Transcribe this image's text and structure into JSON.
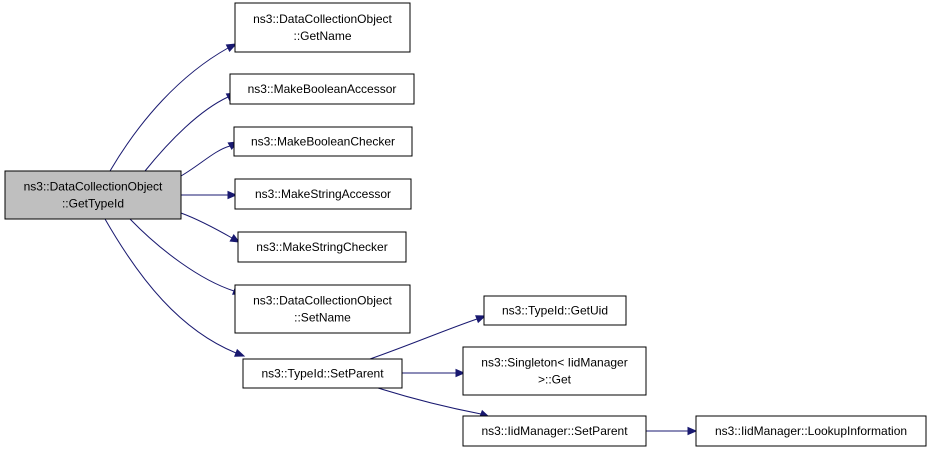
{
  "diagram": {
    "type": "call-graph",
    "nodes": [
      {
        "id": "root",
        "lines": [
          "ns3::DataCollectionObject",
          "::GetTypeId"
        ],
        "highlight": true
      },
      {
        "id": "getname",
        "lines": [
          "ns3::DataCollectionObject",
          "::GetName"
        ]
      },
      {
        "id": "mkboolacc",
        "lines": [
          "ns3::MakeBooleanAccessor"
        ]
      },
      {
        "id": "mkboolchk",
        "lines": [
          "ns3::MakeBooleanChecker"
        ]
      },
      {
        "id": "mkstracc",
        "lines": [
          "ns3::MakeStringAccessor"
        ]
      },
      {
        "id": "mkstrchk",
        "lines": [
          "ns3::MakeStringChecker"
        ]
      },
      {
        "id": "setname",
        "lines": [
          "ns3::DataCollectionObject",
          "::SetName"
        ]
      },
      {
        "id": "setparent",
        "lines": [
          "ns3::TypeId::SetParent"
        ]
      },
      {
        "id": "getuid",
        "lines": [
          "ns3::TypeId::GetUid"
        ]
      },
      {
        "id": "singleton",
        "lines": [
          "ns3::Singleton< IidManager",
          ">::Get"
        ]
      },
      {
        "id": "iidsetparent",
        "lines": [
          "ns3::IidManager::SetParent"
        ]
      },
      {
        "id": "lookup",
        "lines": [
          "ns3::IidManager::LookupInformation"
        ]
      }
    ],
    "edges": [
      {
        "from": "root",
        "to": "getname"
      },
      {
        "from": "root",
        "to": "mkboolacc"
      },
      {
        "from": "root",
        "to": "mkboolchk"
      },
      {
        "from": "root",
        "to": "mkstracc"
      },
      {
        "from": "root",
        "to": "mkstrchk"
      },
      {
        "from": "root",
        "to": "setname"
      },
      {
        "from": "root",
        "to": "setparent"
      },
      {
        "from": "setparent",
        "to": "getuid"
      },
      {
        "from": "setparent",
        "to": "singleton"
      },
      {
        "from": "setparent",
        "to": "iidsetparent"
      },
      {
        "from": "iidsetparent",
        "to": "lookup"
      }
    ],
    "colors": {
      "edge": "#191970",
      "highlight_fill": "#bfbfbf",
      "node_fill": "#ffffff",
      "node_border": "#000000"
    }
  }
}
